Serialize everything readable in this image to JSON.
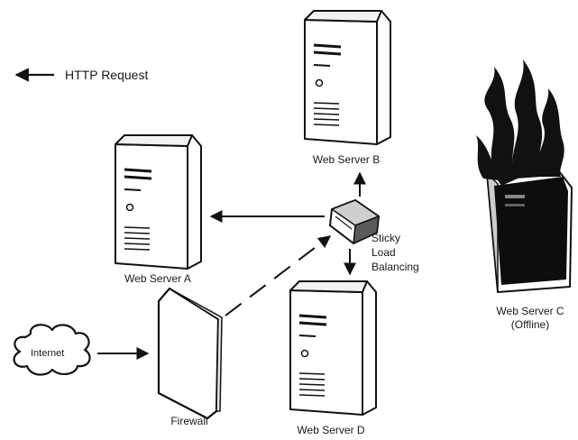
{
  "legend": {
    "label": "HTTP Request",
    "icon": "left-arrow-icon"
  },
  "nodes": {
    "internet": {
      "label": "Internet",
      "icon": "cloud-icon"
    },
    "firewall": {
      "label": "Firewall",
      "icon": "firewall-icon"
    },
    "load_balancer": {
      "label_lines": [
        "Sticky",
        "Load",
        "Balancing"
      ],
      "icon": "router-icon"
    },
    "server_a": {
      "label": "Web Server A",
      "icon": "server-tower-icon"
    },
    "server_b": {
      "label": "Web Server B",
      "icon": "server-tower-icon"
    },
    "server_c": {
      "label_lines": [
        "Web Server C",
        "(Offline)"
      ],
      "icon": "burning-server-icon",
      "status": "offline"
    },
    "server_d": {
      "label": "Web Server D",
      "icon": "server-tower-icon"
    }
  },
  "colors": {
    "ink": "#111111",
    "paper": "#ffffff",
    "shade": "#d8d8d8"
  }
}
